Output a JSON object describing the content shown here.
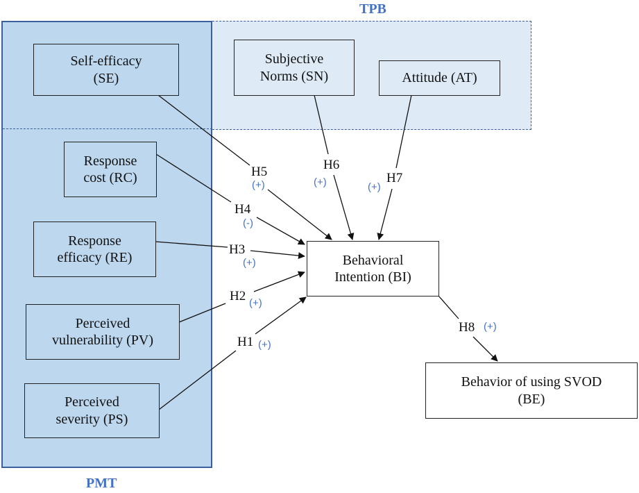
{
  "groups": {
    "pmt": {
      "label": "PMT",
      "color": "#4472c4"
    },
    "tpb": {
      "label": "TPB",
      "color": "#4472c4"
    }
  },
  "nodes": {
    "se": {
      "line1": "Self-efficacy",
      "line2": "(SE)",
      "group": "PMT/TPB"
    },
    "sn": {
      "line1": "Subjective",
      "line2": "Norms (SN)",
      "group": "TPB"
    },
    "at": {
      "line1": "Attitude (AT)",
      "group": "TPB"
    },
    "rc": {
      "line1": "Response",
      "line2": "cost (RC)",
      "group": "PMT"
    },
    "re": {
      "line1": "Response",
      "line2": "efficacy (RE)",
      "group": "PMT"
    },
    "pv": {
      "line1": "Perceived",
      "line2": "vulnerability (PV)",
      "group": "PMT"
    },
    "ps": {
      "line1": "Perceived",
      "line2": "severity (PS)",
      "group": "PMT"
    },
    "bi": {
      "line1": "Behavioral",
      "line2": "Intention (BI)"
    },
    "be": {
      "line1": "Behavior of using SVOD",
      "line2": "(BE)"
    }
  },
  "hypotheses": [
    {
      "id": "H1",
      "from": "PS",
      "to": "BI",
      "sign": "(+)"
    },
    {
      "id": "H2",
      "from": "PV",
      "to": "BI",
      "sign": "(+)"
    },
    {
      "id": "H3",
      "from": "RE",
      "to": "BI",
      "sign": "(+)"
    },
    {
      "id": "H4",
      "from": "RC",
      "to": "BI",
      "sign": "(-)"
    },
    {
      "id": "H5",
      "from": "SE",
      "to": "BI",
      "sign": "(+)"
    },
    {
      "id": "H6",
      "from": "SN",
      "to": "BI",
      "sign": "(+)"
    },
    {
      "id": "H7",
      "from": "AT",
      "to": "BI",
      "sign": "(+)"
    },
    {
      "id": "H8",
      "from": "BI",
      "to": "BE",
      "sign": "(+)"
    }
  ],
  "colors": {
    "pmt_fill": "#bdd7ee",
    "tpb_fill": "#deebf7",
    "group_border": "#3a5f9c",
    "sign_text": "#4472c4"
  }
}
